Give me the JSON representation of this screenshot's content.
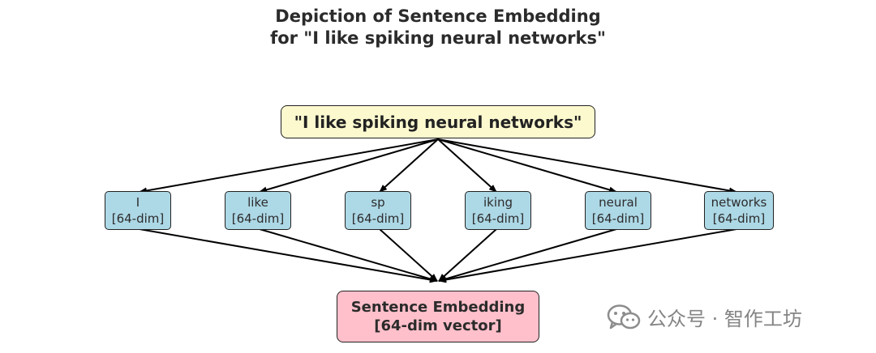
{
  "title": {
    "line1": "Depiction of Sentence Embedding",
    "line2": "for \"I like spiking neural networks\""
  },
  "input_node": {
    "label": "\"I like spiking neural networks\""
  },
  "tokens": [
    {
      "word": "I",
      "dim": "[64-dim]"
    },
    {
      "word": "like",
      "dim": "[64-dim]"
    },
    {
      "word": "sp",
      "dim": "[64-dim]"
    },
    {
      "word": "iking",
      "dim": "[64-dim]"
    },
    {
      "word": "neural",
      "dim": "[64-dim]"
    },
    {
      "word": "networks",
      "dim": "[64-dim]"
    }
  ],
  "output_node": {
    "line1": "Sentence Embedding",
    "line2": "[64-dim vector]"
  },
  "watermark": {
    "text": "公众号 · 智作工坊",
    "icon": "wechat-icon"
  },
  "colors": {
    "input_fill": "#fcf9cf",
    "token_fill": "#add8e6",
    "output_fill": "#ffc0cb",
    "edge": "#000000"
  }
}
